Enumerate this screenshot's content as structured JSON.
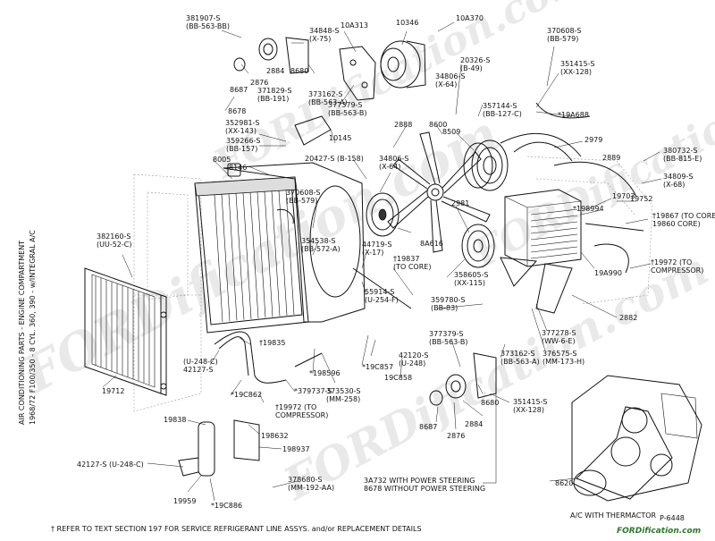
{
  "title": {
    "line1": "AIR CONDITIONING PARTS - ENGINE COMPARTMENT",
    "line2": "1968/72 F100/350 - 8 CYL. 360, 390 - w/INTEGRAL A/C"
  },
  "footnote": "† REFER TO TEXT SECTION 197 FOR SERVICE REFRIGERANT LINE ASSYS. and/or REPLACEMENT DETAILS",
  "inset_caption": "A/C WITH THERMACTOR",
  "figure_id": "P-6448",
  "watermark": "FORDification.com",
  "brand_corner": "FORDification.com",
  "callouts": [
    {
      "id": "381907",
      "text": [
        "381907-S",
        "(BB-563-BB)"
      ]
    },
    {
      "id": "34848",
      "text": [
        "34848-S",
        "(X-75)"
      ]
    },
    {
      "id": "10A313",
      "text": [
        "10A313"
      ]
    },
    {
      "id": "10346",
      "text": [
        "10346"
      ]
    },
    {
      "id": "10A370",
      "text": [
        "10A370"
      ]
    },
    {
      "id": "370608a",
      "text": [
        "370608-S",
        "(BB-579)"
      ]
    },
    {
      "id": "351415a",
      "text": [
        "351415-S",
        "(XX-128)"
      ]
    },
    {
      "id": "2884a",
      "text": [
        "2884"
      ]
    },
    {
      "id": "8680a",
      "text": [
        "8680"
      ]
    },
    {
      "id": "2876a",
      "text": [
        "2876"
      ]
    },
    {
      "id": "8687a",
      "text": [
        "8687"
      ]
    },
    {
      "id": "8678",
      "text": [
        "8678"
      ]
    },
    {
      "id": "371829",
      "text": [
        "371829-S",
        "(BB-191)"
      ]
    },
    {
      "id": "373162a",
      "text": [
        "373162-S",
        "(BB-563-A)"
      ]
    },
    {
      "id": "377379a",
      "text": [
        "377379-S",
        "(BB-563-B)"
      ]
    },
    {
      "id": "20326",
      "text": [
        "20326-S",
        "(B-49)"
      ]
    },
    {
      "id": "34806a",
      "text": [
        "34806-S",
        "(X-64)"
      ]
    },
    {
      "id": "357144",
      "text": [
        "357144-S",
        "(BB-127-C)"
      ]
    },
    {
      "id": "19A688",
      "text": [
        "*19A688"
      ]
    },
    {
      "id": "352981",
      "text": [
        "352981-S",
        "(XX-143)"
      ]
    },
    {
      "id": "359266",
      "text": [
        "359266-S",
        "(BB-157)"
      ]
    },
    {
      "id": "10145",
      "text": [
        "10145"
      ]
    },
    {
      "id": "2888",
      "text": [
        "2888"
      ]
    },
    {
      "id": "8600",
      "text": [
        "8600"
      ]
    },
    {
      "id": "8509",
      "text": [
        "8509"
      ]
    },
    {
      "id": "2979",
      "text": [
        "2979"
      ]
    },
    {
      "id": "380732",
      "text": [
        "380732-S",
        "(BB-815-E)"
      ]
    },
    {
      "id": "8005",
      "text": [
        "8005"
      ]
    },
    {
      "id": "8146",
      "text": [
        "8146"
      ]
    },
    {
      "id": "20427",
      "text": [
        "20427-S (B-158)"
      ]
    },
    {
      "id": "34806b",
      "text": [
        "34806-S",
        "(X-64)"
      ]
    },
    {
      "id": "2889",
      "text": [
        "2889"
      ]
    },
    {
      "id": "34809",
      "text": [
        "34809-S",
        "(X-68)"
      ]
    },
    {
      "id": "370608b",
      "text": [
        "370608-S",
        "(BB-579)"
      ]
    },
    {
      "id": "19703",
      "text": [
        "19703"
      ]
    },
    {
      "id": "19752",
      "text": [
        "19752"
      ]
    },
    {
      "id": "198994",
      "text": [
        "*198994"
      ]
    },
    {
      "id": "19867",
      "text": [
        "†19867 (TO CORE)",
        "19860 CORE)"
      ]
    },
    {
      "id": "382160",
      "text": [
        "382160-S",
        "(UU-52-C)"
      ]
    },
    {
      "id": "354538",
      "text": [
        "354538-S",
        "(BB-572-A)"
      ]
    },
    {
      "id": "44719",
      "text": [
        "44719-S",
        "(X-17)"
      ]
    },
    {
      "id": "8A616",
      "text": [
        "8A616"
      ]
    },
    {
      "id": "2981",
      "text": [
        "2981"
      ]
    },
    {
      "id": "19837",
      "text": [
        "†19837",
        "(TO CORE)"
      ]
    },
    {
      "id": "358605",
      "text": [
        "358605-S",
        "(XX-115)"
      ]
    },
    {
      "id": "19A990",
      "text": [
        "19A990"
      ]
    },
    {
      "id": "19972a",
      "text": [
        "†19972 (TO",
        "COMPRESSOR)"
      ]
    },
    {
      "id": "55914",
      "text": [
        "55914-S",
        "(U-254-F)"
      ]
    },
    {
      "id": "359780",
      "text": [
        "359780-S",
        "(BB-83)"
      ]
    },
    {
      "id": "2882",
      "text": [
        "2882"
      ]
    },
    {
      "id": "377278",
      "text": [
        "377278-S",
        "(WW-6-E)"
      ]
    },
    {
      "id": "19835",
      "text": [
        "†19835"
      ]
    },
    {
      "id": "248",
      "text": [
        "(U-248-C)",
        "42127-S"
      ]
    },
    {
      "id": "198596",
      "text": [
        "*198596"
      ]
    },
    {
      "id": "19C857",
      "text": [
        "*19C857"
      ]
    },
    {
      "id": "42120",
      "text": [
        "42120-S",
        "(U-248)"
      ]
    },
    {
      "id": "377379b",
      "text": [
        "377379-S",
        "(BB-563-B)"
      ]
    },
    {
      "id": "373162b",
      "text": [
        "373162-S",
        "(BB-563-A)"
      ]
    },
    {
      "id": "376575",
      "text": [
        "376575-S",
        "(MM-173-H)"
      ]
    },
    {
      "id": "19712",
      "text": [
        "19712"
      ]
    },
    {
      "id": "19C862",
      "text": [
        "*19C862"
      ]
    },
    {
      "id": "379737",
      "text": [
        "*379737-S"
      ]
    },
    {
      "id": "373530",
      "text": [
        "373530-S",
        "(MM-258)"
      ]
    },
    {
      "id": "19C858",
      "text": [
        "19C858"
      ]
    },
    {
      "id": "8680b",
      "text": [
        "8680"
      ]
    },
    {
      "id": "351415b",
      "text": [
        "351415-S",
        "(XX-128)"
      ]
    },
    {
      "id": "19972b",
      "text": [
        "†19972 (TO",
        "COMPRESSOR)"
      ]
    },
    {
      "id": "8687b",
      "text": [
        "8687"
      ]
    },
    {
      "id": "2876b",
      "text": [
        "2876"
      ]
    },
    {
      "id": "2884b",
      "text": [
        "2884"
      ]
    },
    {
      "id": "19838",
      "text": [
        "19838"
      ]
    },
    {
      "id": "198632",
      "text": [
        "198632"
      ]
    },
    {
      "id": "198937",
      "text": [
        "198937"
      ]
    },
    {
      "id": "42127b",
      "text": [
        "42127-S (U-248-C)"
      ]
    },
    {
      "id": "378680",
      "text": [
        "378680-S",
        "(MM-192-AA)"
      ]
    },
    {
      "id": "19959",
      "text": [
        "19959"
      ]
    },
    {
      "id": "19C886",
      "text": [
        "*19C886"
      ]
    },
    {
      "id": "3A732",
      "text": [
        "3A732 WITH POWER STEERING",
        "8678 WITHOUT POWER STEERING"
      ]
    },
    {
      "id": "8620",
      "text": [
        "8620"
      ]
    }
  ]
}
